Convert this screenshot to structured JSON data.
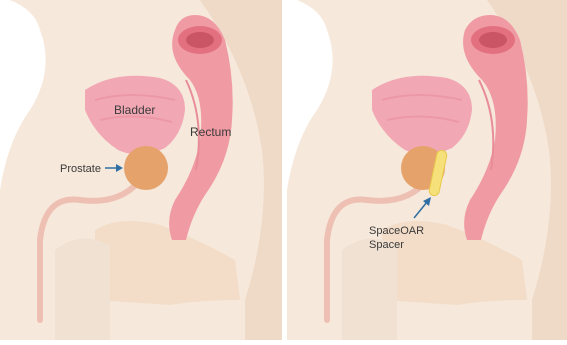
{
  "left_panel": {
    "label_bladder": "Bladder",
    "label_rectum": "Rectum",
    "label_prostate": "Prostate"
  },
  "right_panel": {
    "label_spacer_line1": "SpaceOAR",
    "label_spacer_line2": "Spacer"
  },
  "colors": {
    "background_white": "#ffffff",
    "body_pale": "#f6e8da",
    "body_outline_band": "#efd9c7",
    "pelvis_bone": "#f3ddc9",
    "bladder_pink": "#f1a8b4",
    "rectum_pink": "#f09aa4",
    "rectum_dark": "#e3707f",
    "prostate_orange": "#e5a26b",
    "urethra_pink": "#eec0b4",
    "spacer_yellow": "#f6e07a",
    "arrow_blue": "#2f6fa3",
    "label_text": "#3a3a3a"
  }
}
